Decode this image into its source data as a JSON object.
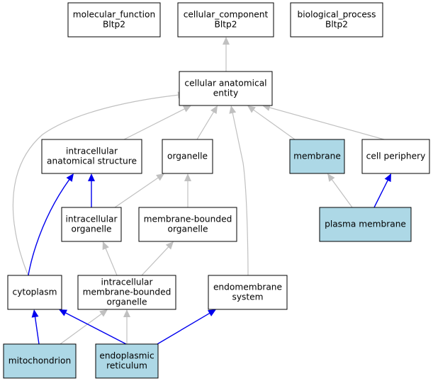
{
  "colors": {
    "highlight_fill": "#add8e6",
    "default_fill": "#ffffff",
    "edge_is_a": "#c0c0c0",
    "edge_part_of": "#0000ee"
  },
  "nodes": {
    "molecular_function": {
      "lines": [
        "molecular_function",
        "Bltp2"
      ],
      "highlighted": false
    },
    "cellular_component": {
      "lines": [
        "cellular_component",
        "Bltp2"
      ],
      "highlighted": false
    },
    "biological_process": {
      "lines": [
        "biological_process",
        "Bltp2"
      ],
      "highlighted": false
    },
    "cellular_anatomical_entity": {
      "lines": [
        "cellular anatomical",
        "entity"
      ],
      "highlighted": false
    },
    "intracellular_anatomical_structure": {
      "lines": [
        "intracellular",
        "anatomical structure"
      ],
      "highlighted": false
    },
    "organelle": {
      "lines": [
        "organelle"
      ],
      "highlighted": false
    },
    "membrane": {
      "lines": [
        "membrane"
      ],
      "highlighted": true
    },
    "cell_periphery": {
      "lines": [
        "cell periphery"
      ],
      "highlighted": false
    },
    "intracellular_organelle": {
      "lines": [
        "intracellular",
        "organelle"
      ],
      "highlighted": false
    },
    "membrane_bounded_organelle": {
      "lines": [
        "membrane-bounded",
        "organelle"
      ],
      "highlighted": false
    },
    "plasma_membrane": {
      "lines": [
        "plasma membrane"
      ],
      "highlighted": true
    },
    "cytoplasm": {
      "lines": [
        "cytoplasm"
      ],
      "highlighted": false
    },
    "intracellular_membrane_bounded_organelle": {
      "lines": [
        "intracellular",
        "membrane-bounded",
        "organelle"
      ],
      "highlighted": false
    },
    "endomembrane_system": {
      "lines": [
        "endomembrane",
        "system"
      ],
      "highlighted": false
    },
    "mitochondrion": {
      "lines": [
        "mitochondrion"
      ],
      "highlighted": true
    },
    "endoplasmic_reticulum": {
      "lines": [
        "endoplasmic",
        "reticulum"
      ],
      "highlighted": true
    }
  },
  "edges": [
    {
      "from": "cellular_anatomical_entity",
      "to": "cellular_component",
      "type": "is_a"
    },
    {
      "from": "intracellular_anatomical_structure",
      "to": "cellular_anatomical_entity",
      "type": "is_a"
    },
    {
      "from": "organelle",
      "to": "cellular_anatomical_entity",
      "type": "is_a"
    },
    {
      "from": "membrane",
      "to": "cellular_anatomical_entity",
      "type": "is_a"
    },
    {
      "from": "cell_periphery",
      "to": "cellular_anatomical_entity",
      "type": "is_a"
    },
    {
      "from": "cytoplasm",
      "to": "cellular_anatomical_entity",
      "type": "is_a"
    },
    {
      "from": "endomembrane_system",
      "to": "cellular_anatomical_entity",
      "type": "is_a"
    },
    {
      "from": "intracellular_organelle",
      "to": "intracellular_anatomical_structure",
      "type": "part_of"
    },
    {
      "from": "intracellular_organelle",
      "to": "organelle",
      "type": "is_a"
    },
    {
      "from": "membrane_bounded_organelle",
      "to": "organelle",
      "type": "is_a"
    },
    {
      "from": "plasma_membrane",
      "to": "membrane",
      "type": "is_a"
    },
    {
      "from": "plasma_membrane",
      "to": "cell_periphery",
      "type": "part_of"
    },
    {
      "from": "cytoplasm",
      "to": "intracellular_anatomical_structure",
      "type": "part_of"
    },
    {
      "from": "intracellular_membrane_bounded_organelle",
      "to": "intracellular_organelle",
      "type": "is_a"
    },
    {
      "from": "intracellular_membrane_bounded_organelle",
      "to": "membrane_bounded_organelle",
      "type": "is_a"
    },
    {
      "from": "mitochondrion",
      "to": "cytoplasm",
      "type": "part_of"
    },
    {
      "from": "mitochondrion",
      "to": "intracellular_membrane_bounded_organelle",
      "type": "is_a"
    },
    {
      "from": "endoplasmic_reticulum",
      "to": "cytoplasm",
      "type": "part_of"
    },
    {
      "from": "endoplasmic_reticulum",
      "to": "intracellular_membrane_bounded_organelle",
      "type": "is_a"
    },
    {
      "from": "endoplasmic_reticulum",
      "to": "endomembrane_system",
      "type": "part_of"
    }
  ]
}
